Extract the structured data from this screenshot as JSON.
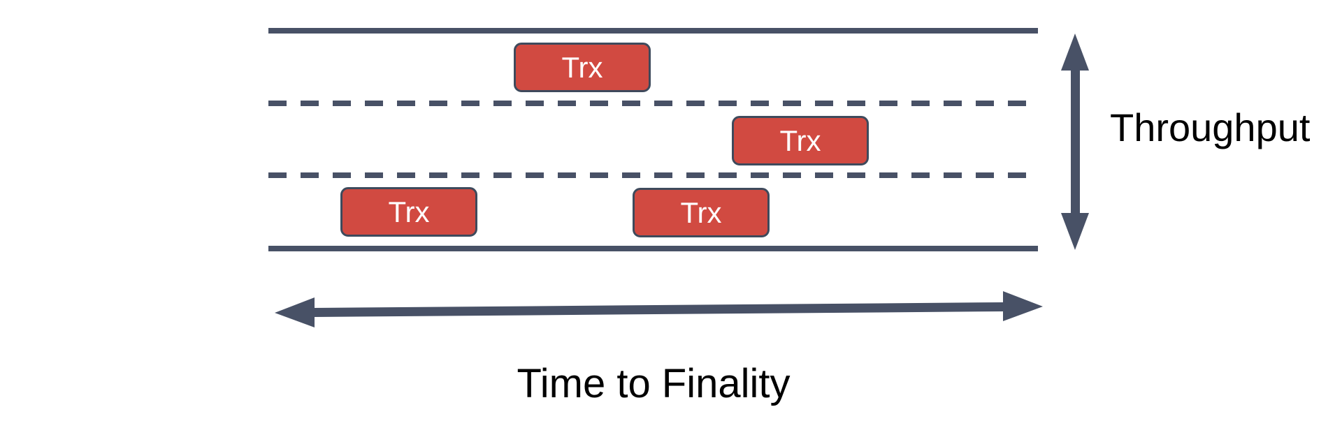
{
  "diagram": {
    "title_context": "transaction lanes diagram",
    "boxes": [
      {
        "label": "Trx",
        "lane": "top"
      },
      {
        "label": "Trx",
        "lane": "middle"
      },
      {
        "label": "Trx",
        "lane": "bottom"
      },
      {
        "label": "Trx",
        "lane": "bottom"
      }
    ],
    "axis_labels": {
      "vertical": "Throughput",
      "horizontal": "Time to Finality"
    },
    "lanes": {
      "count": 3,
      "boundary_style": "solid",
      "divider_style": "dashed"
    },
    "icons": {
      "vertical_arrow": "double-headed-vertical-arrow",
      "horizontal_arrow": "double-headed-horizontal-arrow"
    },
    "colors": {
      "line_slate": "#485166",
      "box_fill_red": "#D14A41",
      "box_border": "#3E4A5C",
      "box_text": "#FFFFFF",
      "label_text": "#000000",
      "background": "#FFFFFF"
    }
  }
}
